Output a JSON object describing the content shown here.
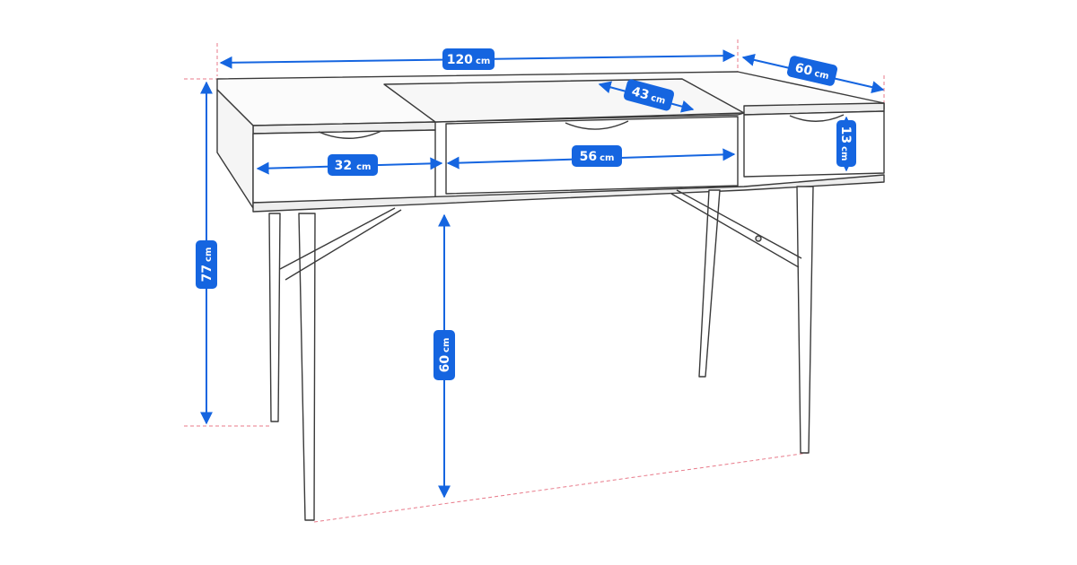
{
  "colors": {
    "dimension": "#1565e0",
    "outline": "#3a3a3a",
    "guide": "#e87a8a",
    "background": "#ffffff"
  },
  "dimensions": {
    "total_width": {
      "value": "120",
      "unit": "cm"
    },
    "depth": {
      "value": "60",
      "unit": "cm"
    },
    "inner_depth": {
      "value": "43",
      "unit": "cm"
    },
    "side_drawer_width": {
      "value": "32",
      "unit": "cm"
    },
    "center_drawer_width": {
      "value": "56",
      "unit": "cm"
    },
    "drawer_height": {
      "value": "13",
      "unit": "cm"
    },
    "total_height": {
      "value": "77",
      "unit": "cm"
    },
    "leg_clearance": {
      "value": "60",
      "unit": "cm"
    }
  }
}
